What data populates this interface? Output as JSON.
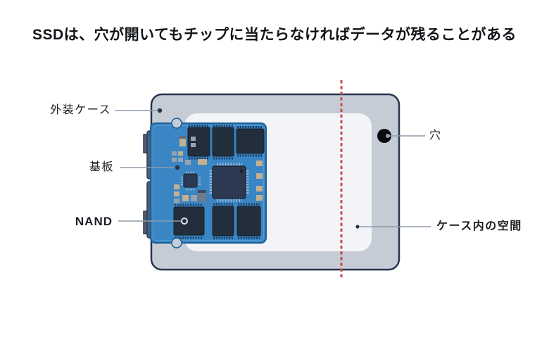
{
  "title": "SSDは、穴が開いてもチップに当たらなければデータが残ることがある",
  "labels": {
    "outer_case": "外装ケース",
    "board": "基板",
    "nand": "NAND",
    "hole": "穴",
    "case_space": "ケース内の空間"
  },
  "colors": {
    "case_fill": "#c6ccd6",
    "case_border": "#24364e",
    "inner_panel": "#f2f4f7",
    "pcb_fill": "#3a86c4",
    "pcb_border": "#1b6099",
    "chip_fill": "#232e3d",
    "controller_fill": "#2b3a52",
    "connector_fill": "#4d5e76",
    "hole_fill": "#0a0b0d",
    "dashed_line": "#c74b4b",
    "leader_line": "#8e9ba9"
  }
}
